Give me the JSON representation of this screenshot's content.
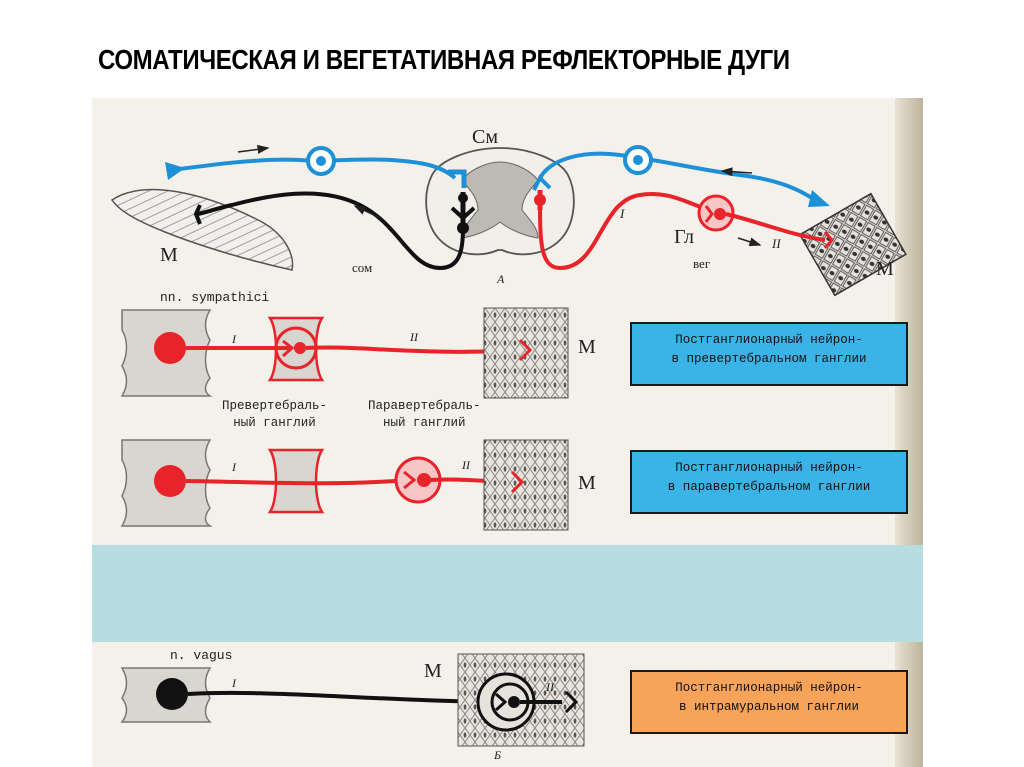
{
  "title": "СОМАТИЧЕСКАЯ И ВЕГЕТАТИВНАЯ РЕФЛЕКТОРНЫЕ ДУГИ",
  "diagram": {
    "top": {
      "cm": "См",
      "m_left": "М",
      "m_right": "М",
      "som": "сом",
      "gl": "Гл",
      "veg": "вег",
      "label_a": "А",
      "roman_1": "I",
      "roman_2": "II"
    },
    "row1": {
      "nerve": "nn. sympathici",
      "roman_1": "I",
      "roman_2": "II",
      "m": "М",
      "prevert": "Превертебраль-\nный ганглий",
      "paravert": "Паравертебраль-\nный ганглий",
      "box": "Постганглионарный нейрон-\nв превертебральном ганглии"
    },
    "row2": {
      "roman_1": "I",
      "roman_2": "II",
      "m": "М",
      "box": "Постганглионарный нейрон-\nв паравертебральном ганглии"
    },
    "row3": {
      "nerve": "n. vagus",
      "roman_1": "I",
      "roman_2": "II",
      "m": "М",
      "label_b": "Б",
      "box": "Постганглионарный нейрон-\nв интрамуральном ганглии"
    }
  },
  "colors": {
    "blue_box": "#3ab4e6",
    "orange_box": "#f7a45a",
    "sensory": "#1e90d8",
    "sympathetic": "#e8232a",
    "somatic_motor": "#111111",
    "band": "#b8dde0"
  }
}
